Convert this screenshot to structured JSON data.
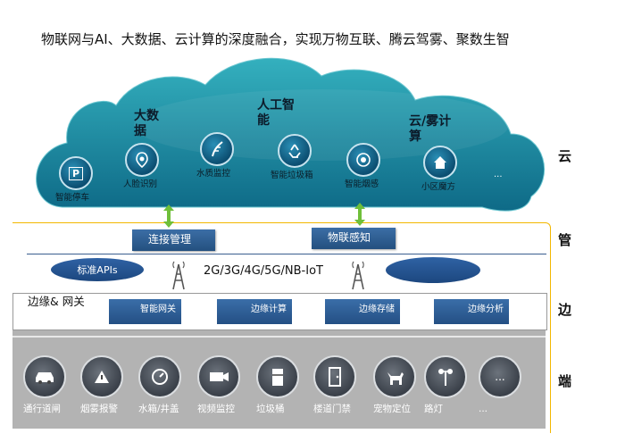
{
  "heading": "物联网与AI、大数据、云计算的深度融合，实现万物互联、腾云驾雾、聚数生智",
  "cloud": {
    "group_titles": {
      "bigdata": "大数据",
      "ai": "人工智能",
      "cloudfog": "云/雾计算"
    },
    "apps": [
      {
        "icon": "parking-icon",
        "label": "智能停车"
      },
      {
        "icon": "face-recognition-icon",
        "label": "人脸识别"
      },
      {
        "icon": "water-quality-icon",
        "label": "水质监控"
      },
      {
        "icon": "recycle-icon",
        "label": "智能垃圾箱"
      },
      {
        "icon": "smoke-sensor-icon",
        "label": "智能烟感"
      },
      {
        "icon": "home-icon",
        "label": "小区魔方"
      }
    ],
    "more": "..."
  },
  "side_labels": [
    "云",
    "管",
    "边",
    "端"
  ],
  "pipe": {
    "connect_label": "连接管理",
    "iot_label": "物联感知",
    "api_label": "标准APIs",
    "network_label": "2G/3G/4G/5G/NB-IoT"
  },
  "edge": {
    "title": "边缘& 网关",
    "buttons": [
      "智能网关",
      "边缘计算",
      "边缘存储",
      "边缘分析"
    ]
  },
  "devices": [
    {
      "icon": "car-icon",
      "label": "通行道闸"
    },
    {
      "icon": "smoke-alarm-icon",
      "label": "烟雾报警"
    },
    {
      "icon": "water-meter-icon",
      "label": "水箱/井盖"
    },
    {
      "icon": "camera-icon",
      "label": "视频监控"
    },
    {
      "icon": "trash-bin-icon",
      "label": "垃圾桶"
    },
    {
      "icon": "door-icon",
      "label": "楼道门禁"
    },
    {
      "icon": "pet-icon",
      "label": "宠物定位"
    },
    {
      "icon": "street-lamp-icon",
      "label": "路灯"
    },
    {
      "icon": "more-icon",
      "label": "..."
    }
  ],
  "colors": {
    "cloud_top": "#2fa7b8",
    "cloud_bottom": "#0f6f8c",
    "accent_line": "#f3b700",
    "button_blue": "#2c5c93",
    "arrow_green": "#6fbf3a"
  }
}
